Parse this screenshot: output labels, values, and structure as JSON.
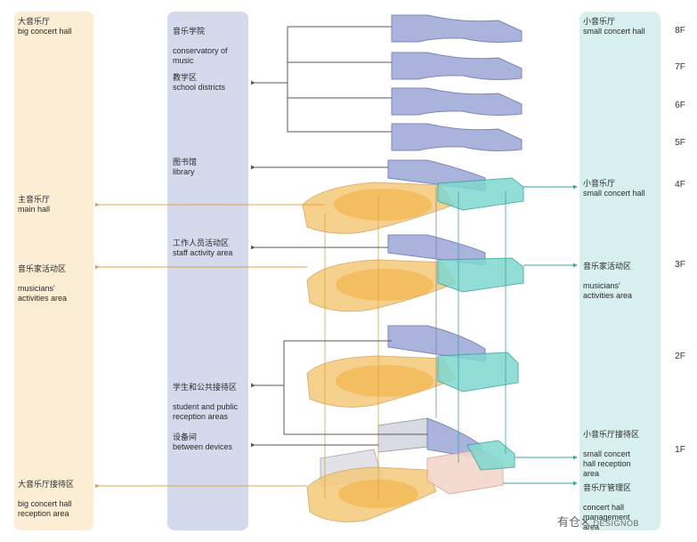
{
  "left_labels": {
    "big_concert_hall": {
      "zh": "大音乐厅",
      "en": "big concert hall"
    },
    "main_hall": {
      "zh": "主音乐厅",
      "en": "main hall"
    },
    "musicians_left": {
      "zh": "音乐家活动区",
      "en": "musicians'\nactivities area"
    },
    "reception_left": {
      "zh": "大音乐厅接待区",
      "en": "big concert hall\nreception area"
    }
  },
  "mid_labels": {
    "conservatory": {
      "zh": "音乐学院",
      "en": "conservatory of\nmusic"
    },
    "school": {
      "zh": "教学区",
      "en": "school districts"
    },
    "library": {
      "zh": "图书馆",
      "en": "library"
    },
    "staff": {
      "zh": "工作人员活动区",
      "en": "staff activity area"
    },
    "student": {
      "zh": "学生和公共接待区",
      "en": "student and public\nreception areas"
    },
    "devices": {
      "zh": "设备间",
      "en": "between devices"
    }
  },
  "right_labels": {
    "small_top": {
      "zh": "小音乐厅",
      "en": "small concert hall"
    },
    "small_4f": {
      "zh": "小音乐厅",
      "en": "small concert hall"
    },
    "musicians_right": {
      "zh": "音乐家活动区",
      "en": "musicians'\nactivities area"
    },
    "small_reception": {
      "zh": "小音乐厅接待区",
      "en": "small concert\nhall reception\narea"
    },
    "management": {
      "zh": "音乐厅管理区",
      "en": "concert hall\nmanagement\narea"
    }
  },
  "floors": [
    "8F",
    "7F",
    "6F",
    "5F",
    "4F",
    "3F",
    "2F",
    "1F"
  ],
  "watermark": {
    "text": "有仓✕",
    "logo": "DESIGNOB"
  },
  "colors": {
    "orange": "#f5c97a",
    "blue": "#a9b3dc",
    "teal": "#7fd8cf",
    "grey": "#d9dbe3",
    "pink": "#f3d6cc",
    "line": "#555a66"
  }
}
